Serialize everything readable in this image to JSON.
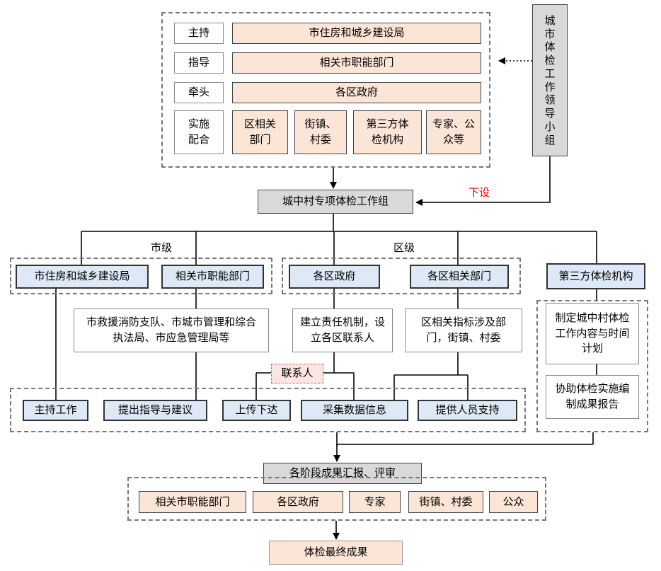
{
  "leading_group": {
    "title": "城市体检工作领导小组",
    "rows": [
      {
        "role": "主持",
        "items": [
          "市住房和城乡建设局"
        ]
      },
      {
        "role": "指导",
        "items": [
          "相关市职能部门"
        ]
      },
      {
        "role": "牵头",
        "items": [
          "各区政府"
        ]
      },
      {
        "role": "实施配合",
        "items": [
          "区相关部门",
          "街镇、村委",
          "第三方体检机构",
          "专家、公众等"
        ]
      }
    ]
  },
  "sub_label": "下设",
  "village_group": "城中村专项体检工作组",
  "levels": {
    "city": "市级",
    "district": "区级"
  },
  "city_level": [
    "市住房和城乡建设局",
    "相关市职能部门"
  ],
  "district_level": [
    "各区政府",
    "各区相关部门"
  ],
  "third_party": {
    "title": "第三方体检机构",
    "tasks": [
      "制定城中村体检工作内容与时间计划",
      "协助体检实施编制成果报告"
    ]
  },
  "descriptions": {
    "city_departments": "市救援消防支队、市城市管理和综合执法局、市应急管理局等",
    "district_gov": "建立责任机制，设立各区联系人",
    "district_departments": "区相关指标涉及部门，街镇、村委"
  },
  "contact_person": "联系人",
  "actions": [
    "主持工作",
    "提出指导与建议",
    "上传下达",
    "采集数据信息",
    "提供人员支持"
  ],
  "review": {
    "title": "各阶段成果汇报、评审",
    "participants": [
      "相关市职能部门",
      "各区政府",
      "专家",
      "街镇、村委",
      "公众"
    ]
  },
  "final_result": "体检最终成果",
  "colors": {
    "peach": "#fbe5d6",
    "blue": "#dde9f6",
    "gray": "#d9d9d9",
    "accent_red": "#e00000",
    "contact_fill": "#fce4e4"
  }
}
